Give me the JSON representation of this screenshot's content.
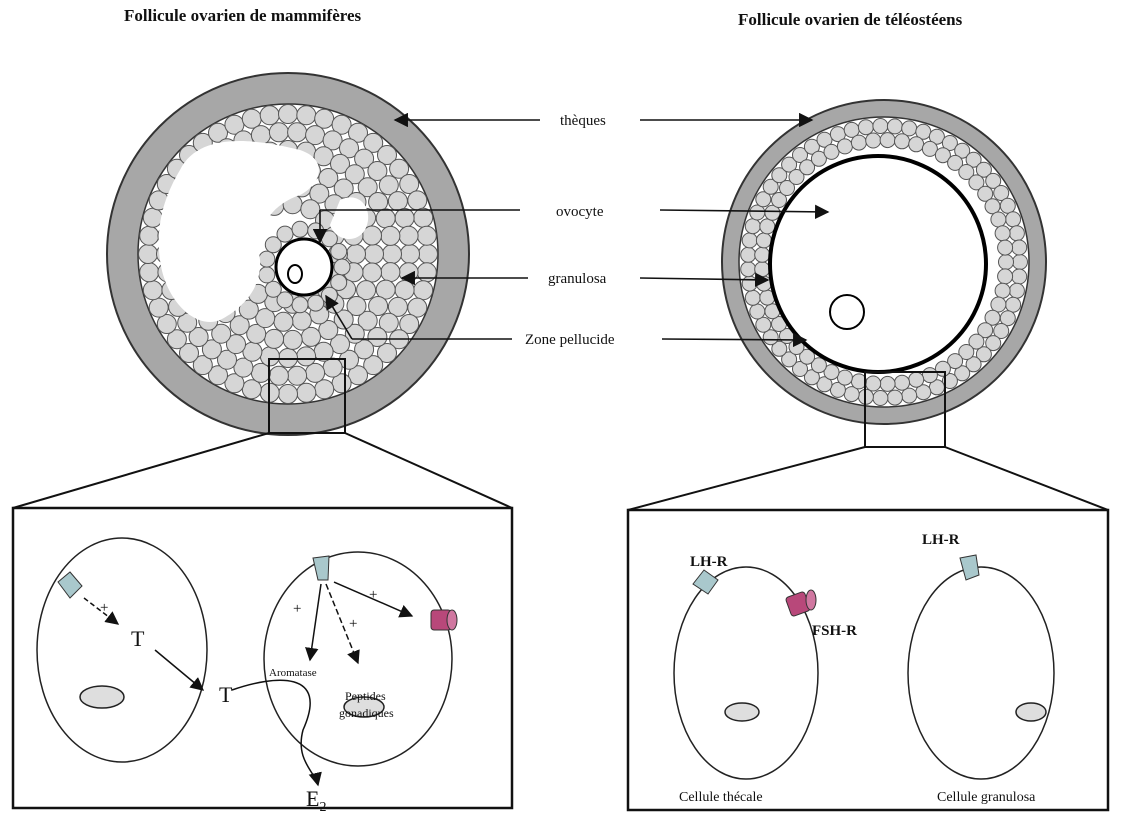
{
  "titles": {
    "left": "Follicule ovarien de mammifères",
    "right": "Follicule ovarien de téléostéens"
  },
  "labels": {
    "theques": "thèques",
    "ovocyte": "ovocyte",
    "granulosa": "granulosa",
    "zone_pellucide": "Zone pellucide"
  },
  "mammal_panel": {
    "plus": "+",
    "t": "T",
    "aromatase": "Aromatase",
    "peptides_line1": "Peptides",
    "peptides_line2": "gonadiques",
    "e2_base": "E",
    "e2_sub": "2"
  },
  "teleost_panel": {
    "lhr": "LH-R",
    "fshr": "FSH-R",
    "cell_thecal": "Cellule thécale",
    "cell_granulosa": "Cellule granulosa"
  },
  "colors": {
    "theca_gray": "#a7a7a7",
    "granulosa_cell": "#d6d6d6",
    "lh_receptor": "#a9c8cc",
    "fsh_receptor": "#b8487a",
    "panel_border": "#111111"
  }
}
